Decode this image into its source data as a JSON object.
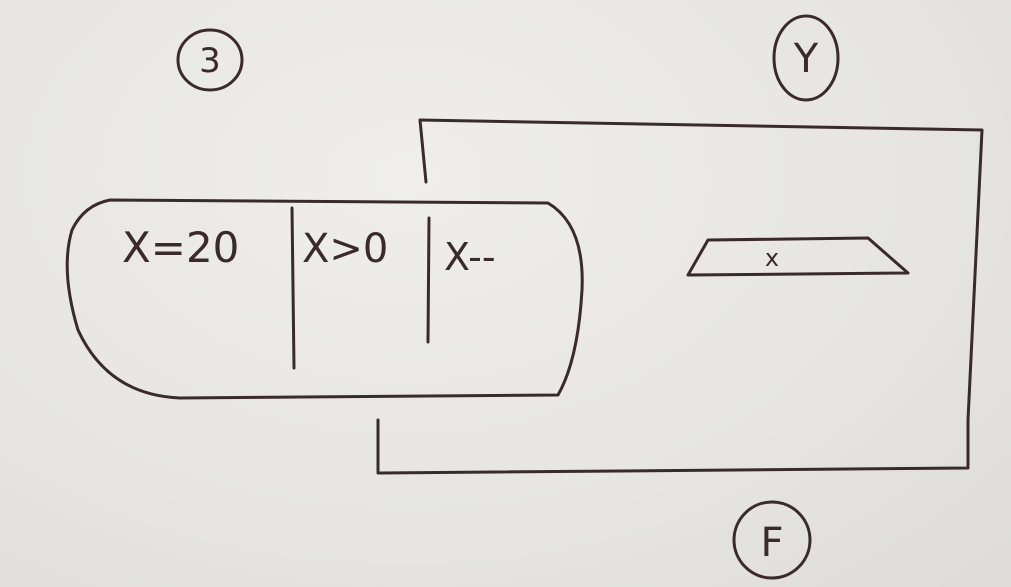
{
  "diagram": {
    "labels": {
      "circle_top_left": "3",
      "circle_top_right": "Y",
      "circle_bottom": "F"
    },
    "loop_header": {
      "init": "X=20",
      "condition": "X>0",
      "update": "X--"
    },
    "body_box": {
      "text": "x"
    },
    "ink_color": "#3a2a2c"
  }
}
